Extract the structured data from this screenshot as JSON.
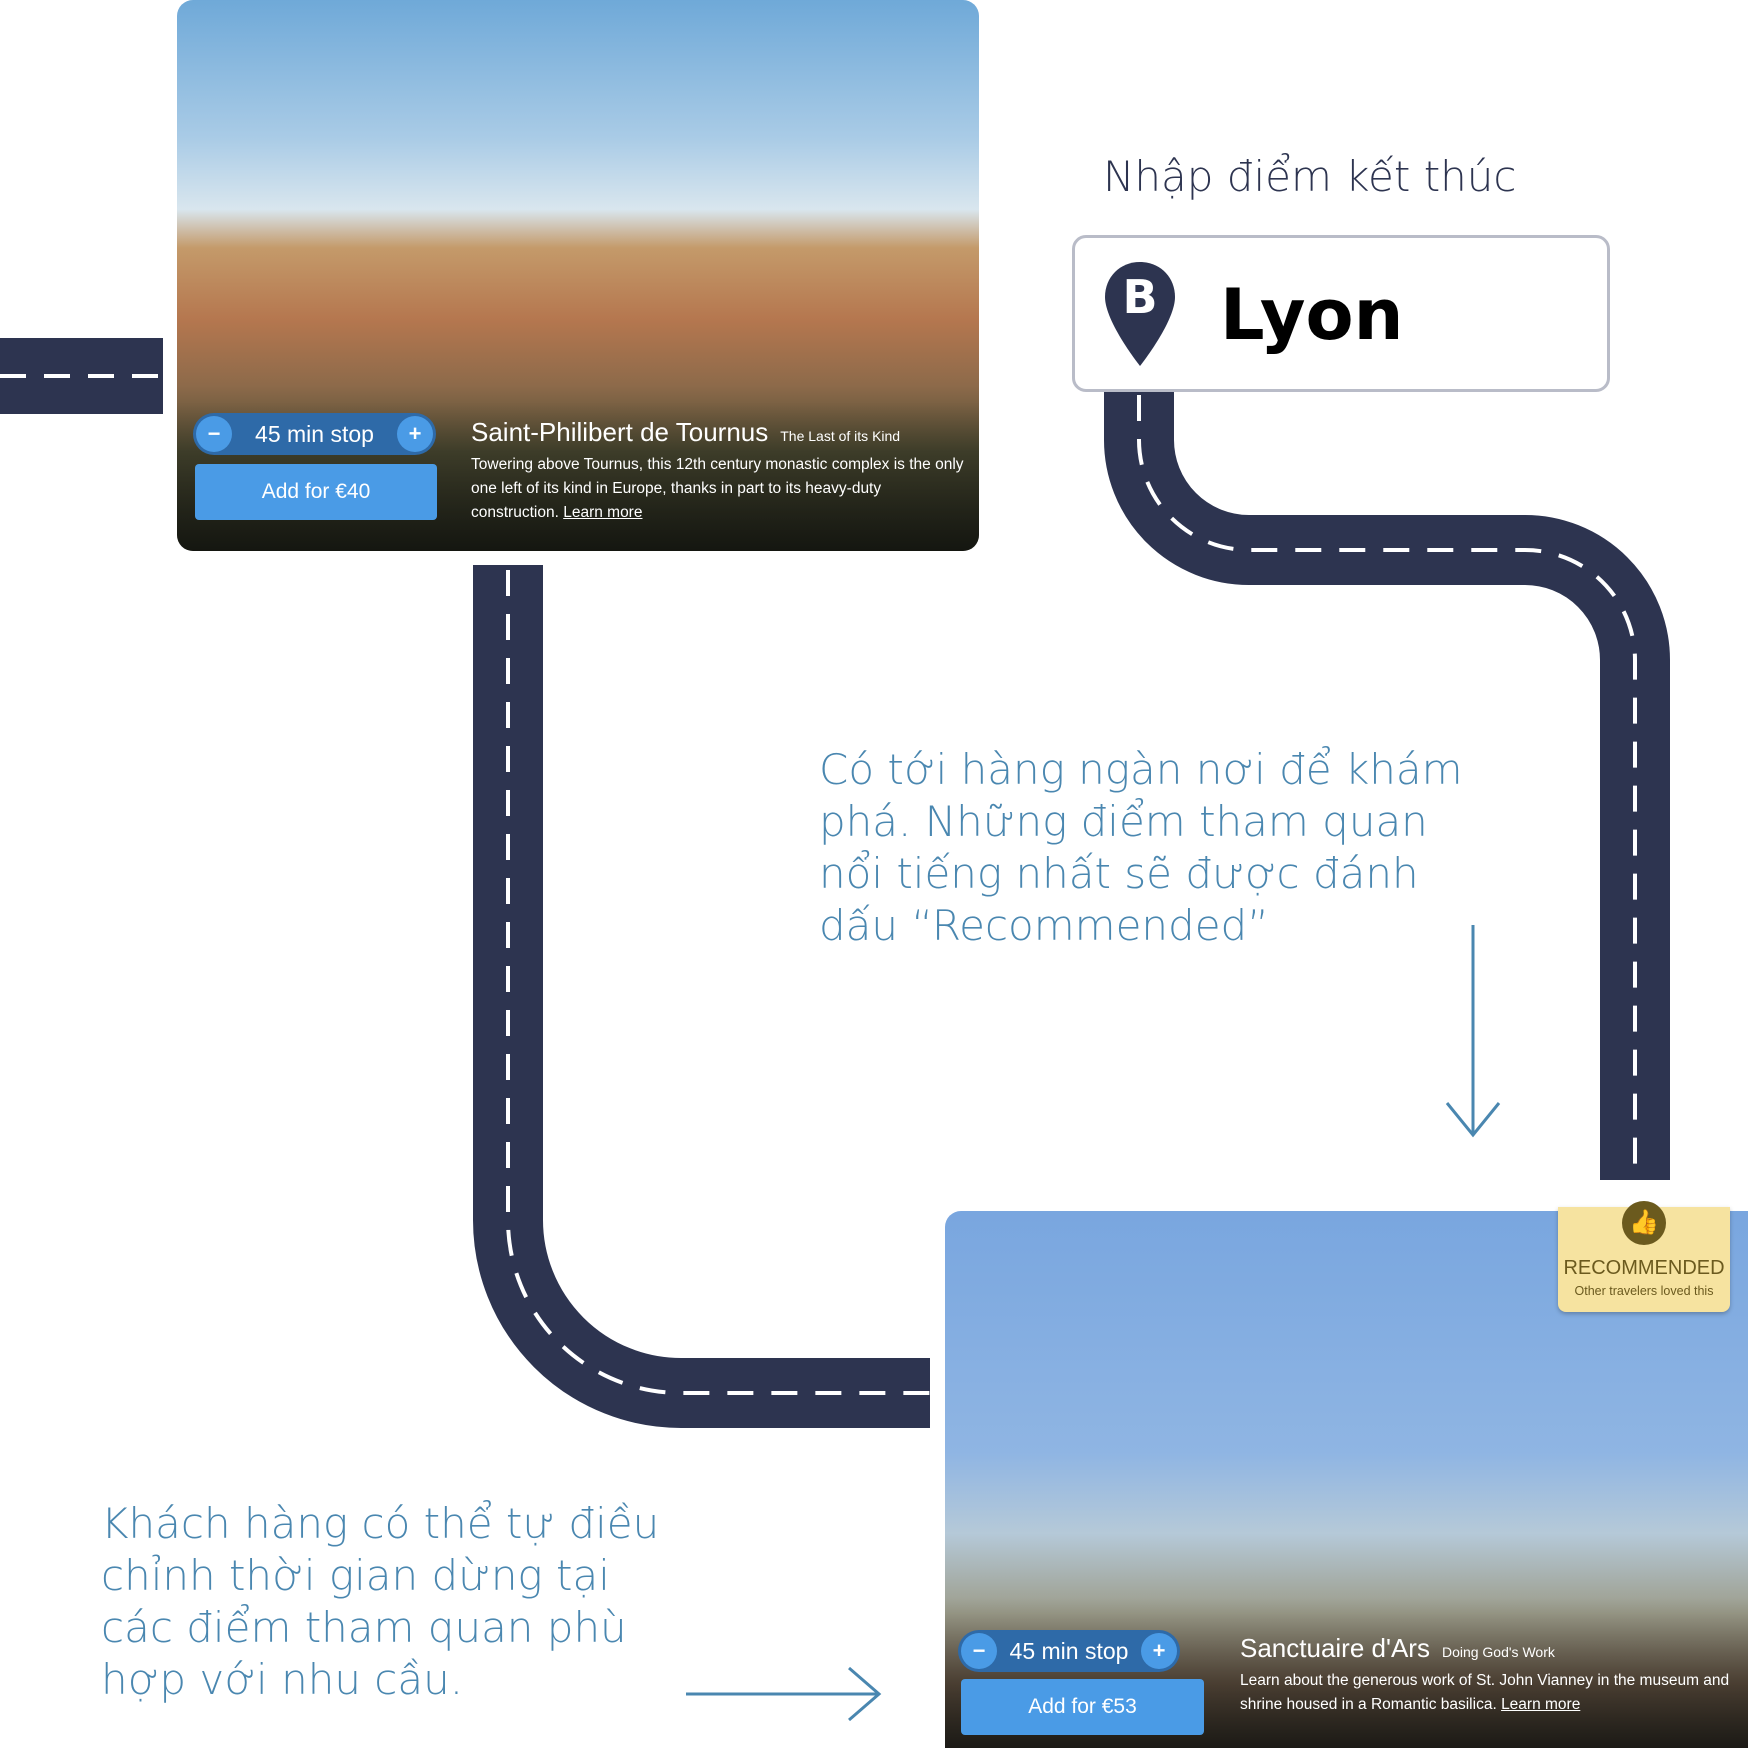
{
  "end_point": {
    "label": "Nhập điểm kết thúc",
    "marker": "B",
    "value": "Lyon"
  },
  "cards": [
    {
      "stop": "45 min stop",
      "add": "Add for €40",
      "title": "Saint-Philibert de Tournus",
      "subtitle": "The Last of its Kind",
      "description": "Towering above Tournus, this 12th century monastic complex is the only one left of its kind in Europe, thanks in part to its heavy-duty construction.",
      "learn_more": "Learn more"
    },
    {
      "stop": "45 min stop",
      "add": "Add for €53",
      "title": "Sanctuaire d'Ars",
      "subtitle": "Doing God's Work",
      "description": "Learn about the generous work of St. John Vianney in the museum and shrine housed in a Romantic basilica.",
      "learn_more": "Learn more"
    }
  ],
  "badge": {
    "title": "RECOMMENDED",
    "subtitle": "Other travelers loved this"
  },
  "captions": {
    "recommended": "Có tới hàng ngàn nơi để khám phá. Những điểm tham quan nổi tiếng nhất sẽ được đánh dấu “Recommended”",
    "adjust": "Khách hàng có thể tự điều chỉnh thời gian dừng tại các điểm tham quan phù hợp với nhu cầu."
  },
  "colors": {
    "road": "#2d3450",
    "accent": "#4a9be6",
    "caption": "#4a87b0"
  }
}
